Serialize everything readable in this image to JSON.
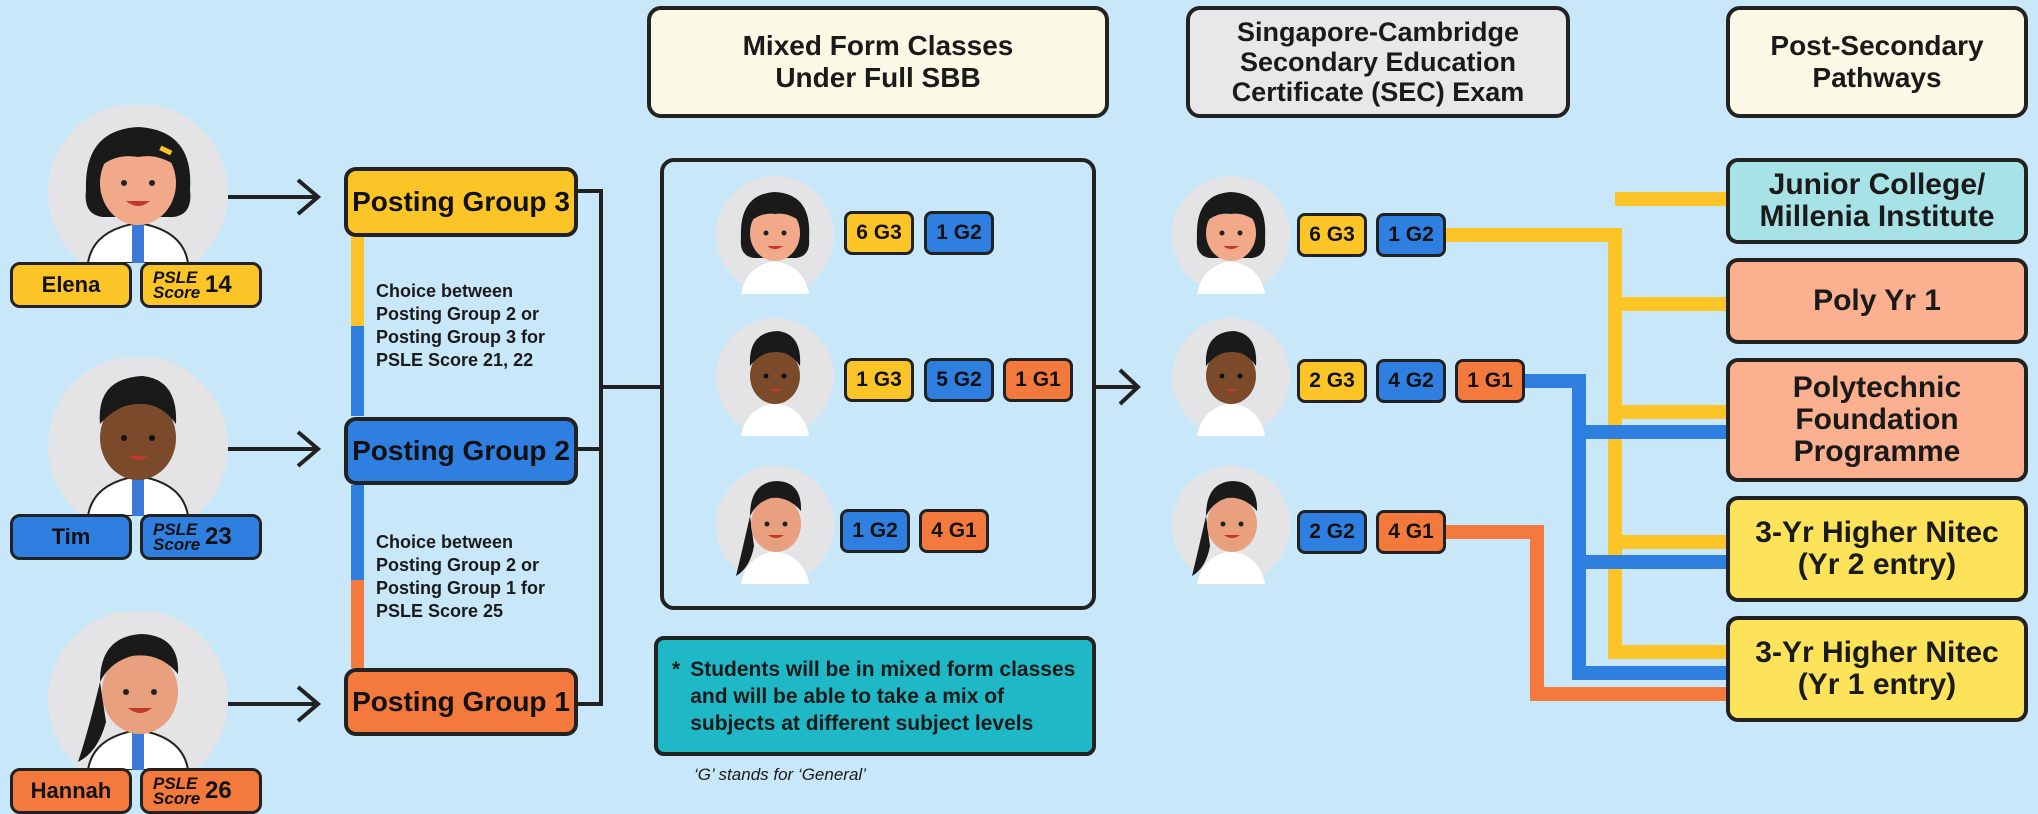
{
  "headers": {
    "mixed": "Mixed Form Classes\nUnder Full SBB",
    "sec": "Singapore-Cambridge\nSecondary Education\nCertificate (SEC) Exam",
    "post": "Post-Secondary\nPathways"
  },
  "students": [
    {
      "name": "Elena",
      "score_label": "PSLE Score",
      "score": "14",
      "color": "#fcc527"
    },
    {
      "name": "Tim",
      "score_label": "PSLE Score",
      "score": "23",
      "color": "#2f7fe0"
    },
    {
      "name": "Hannah",
      "score_label": "PSLE Score",
      "score": "26",
      "color": "#f37a3c"
    }
  ],
  "posting_groups": [
    "Posting Group 3",
    "Posting Group 2",
    "Posting Group 1"
  ],
  "choices": [
    "Choice between\nPosting Group 2 or\nPosting Group 3 for\nPSLE Score 21, 22",
    "Choice between\nPosting Group 2 or\nPosting Group 1 for\nPSLE Score 25"
  ],
  "mixed_chips": [
    [
      "6 G3",
      "1 G2"
    ],
    [
      "1 G3",
      "5 G2",
      "1 G1"
    ],
    [
      "1 G2",
      "4 G1"
    ]
  ],
  "sec_chips": [
    [
      "6 G3",
      "1 G2"
    ],
    [
      "2 G3",
      "4 G2",
      "1 G1"
    ],
    [
      "2 G2",
      "4 G1"
    ]
  ],
  "note": {
    "star": "*",
    "text": "Students will be in mixed form classes and will be able to take a mix of subjects at different subject levels"
  },
  "footnote": "‘G’ stands for ‘General’",
  "pathways": [
    {
      "label": "Junior College/\nMillenia Institute",
      "color": "#a7e3e6"
    },
    {
      "label": "Poly Yr 1",
      "color": "#fbb08f"
    },
    {
      "label": "Polytechnic\nFoundation\nProgramme",
      "color": "#fbb08f"
    },
    {
      "label": "3-Yr Higher Nitec\n(Yr 2 entry)",
      "color": "#fde359"
    },
    {
      "label": "3-Yr Higher Nitec\n(Yr 1 entry)",
      "color": "#fde359"
    }
  ],
  "colors": {
    "G3": "#fcc527",
    "G2": "#2f7fe0",
    "G1": "#f37a3c",
    "background": "#c8e7f8"
  }
}
